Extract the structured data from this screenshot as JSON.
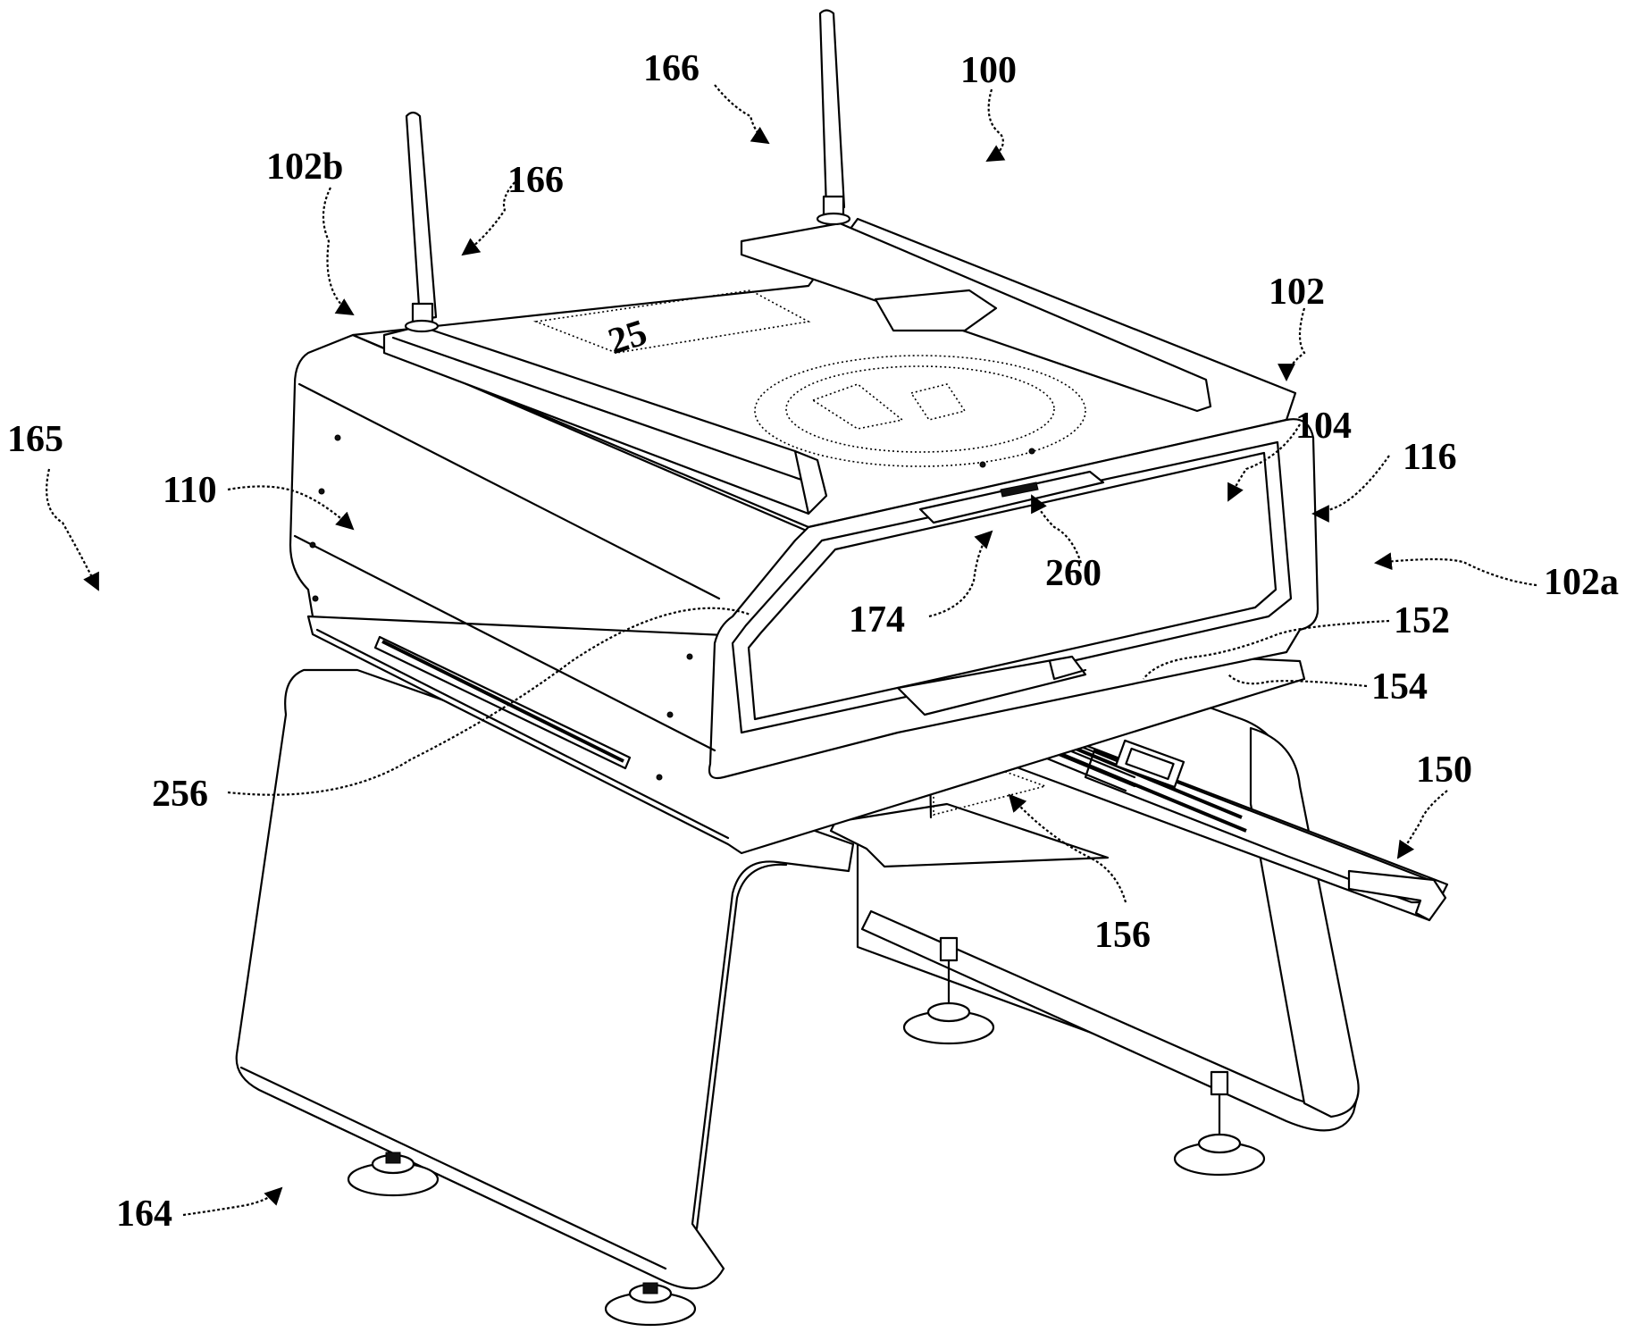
{
  "figure": {
    "labels": {
      "r100": "100",
      "r102": "102",
      "r102a": "102a",
      "r102b": "102b",
      "r104": "104",
      "r110": "110",
      "r116": "116",
      "r150": "150",
      "r152": "152",
      "r154": "154",
      "r156": "156",
      "r164": "164",
      "r165": "165",
      "r166a": "166",
      "r166b": "166",
      "r174": "174",
      "r256": "256",
      "r260": "260"
    },
    "top_number": "25"
  }
}
